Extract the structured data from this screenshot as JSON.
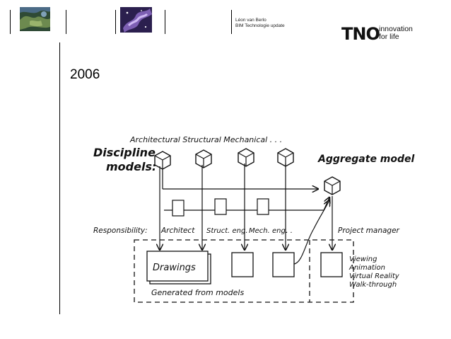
{
  "header": {
    "author": "Léon van Berlo",
    "subtitle": "BIM Technologie update"
  },
  "logo": {
    "mark": "TNO",
    "tagline_line1": "innovation",
    "tagline_line2": "for life"
  },
  "slide": {
    "title": "2006"
  },
  "diagram": {
    "top_labels": "Architectural Structural Mechanical . . .",
    "discipline_line1": "Discipline",
    "discipline_line2": "models:",
    "aggregate": "Aggregate model",
    "responsibility": "Responsibility:",
    "roles": [
      "Architect",
      "Struct. eng.",
      "Mech. eng.",
      ". . .",
      "Project manager"
    ],
    "drawings": "Drawings",
    "generated": "Generated from models",
    "outputs": [
      "Viewing",
      "Animation",
      "Virtual Reality",
      "Walk-through"
    ]
  },
  "icons": {
    "thumbnails": [
      "satellite-image-icon",
      "nebula-image-icon"
    ],
    "model_cube": "cube-icon"
  }
}
